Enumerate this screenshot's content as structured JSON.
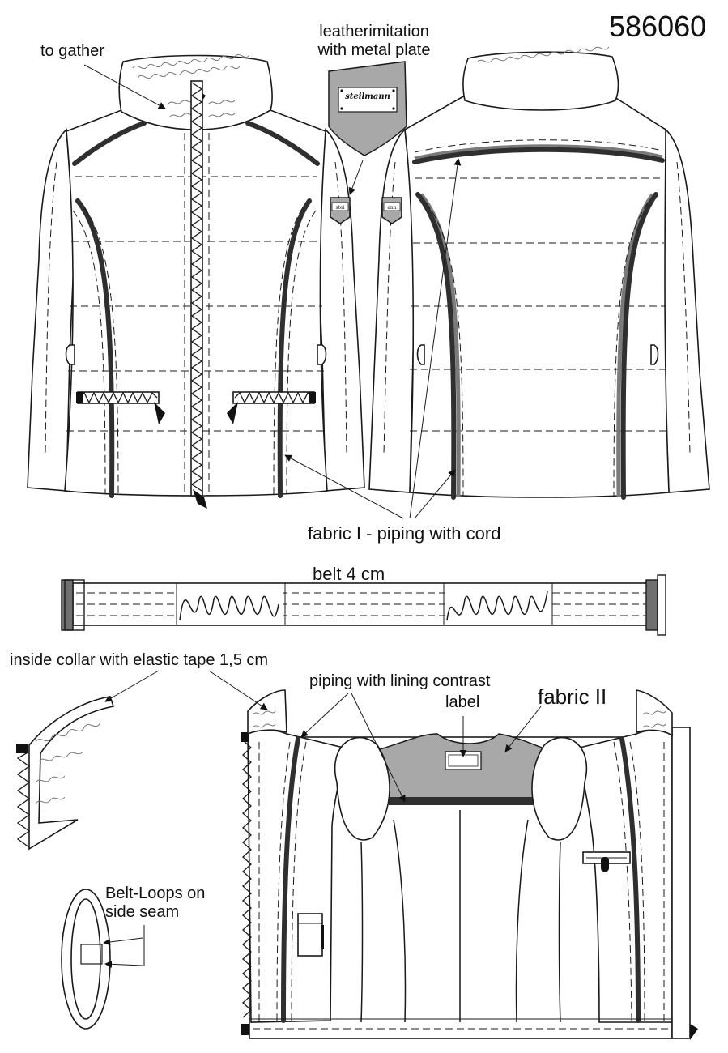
{
  "sheet": {
    "style_number": "586060",
    "brand_plate_text": "steilmann"
  },
  "labels": {
    "to_gather": "to gather",
    "leather_line1": "leatherimitation",
    "leather_line2": "with metal plate",
    "fabric_i": "fabric I - piping with cord",
    "belt": "belt 4 cm",
    "inside_collar": "inside collar with elastic tape 1,5 cm",
    "piping_lining": "piping with lining contrast",
    "label": "label",
    "fabric_ii": "fabric II",
    "belt_loops_line1": "Belt-Loops on",
    "belt_loops_line2": "side seam"
  },
  "colors": {
    "piping_dark": "#2f2f2f",
    "piping_grey": "#7a7a7a",
    "fabric_ii_fill": "#a8a8a8",
    "outline": "#1a1a1a"
  }
}
